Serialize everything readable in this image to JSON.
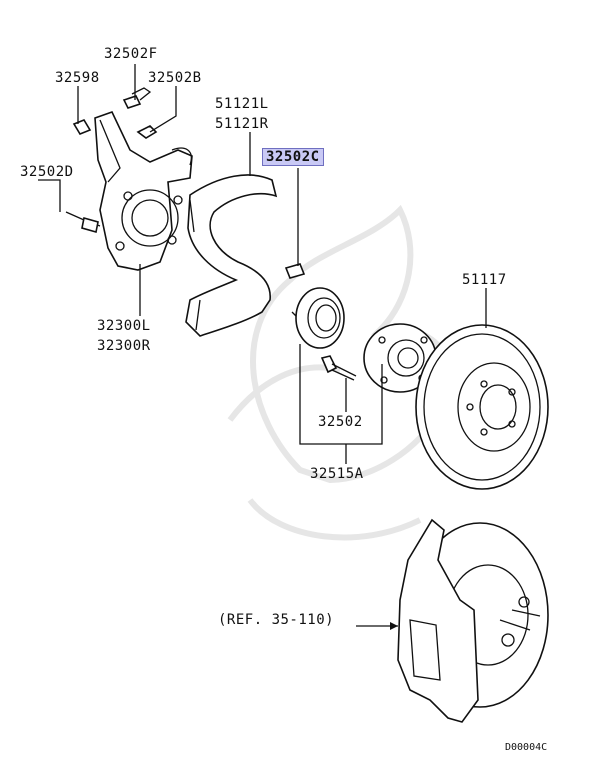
{
  "labels": {
    "p32502F": "32502F",
    "p32598": "32598",
    "p32502B": "32502B",
    "p51121L": "51121L",
    "p51121R": "51121R",
    "p32502C": "32502C",
    "p32502D": "32502D",
    "p51117": "51117",
    "p32300L": "32300L",
    "p32300R": "32300R",
    "p32502": "32502",
    "p32515A": "32515A",
    "ref": "(REF. 35-110)",
    "diagram_code": "D00004C"
  },
  "highlight_color": "#c9c9f5"
}
